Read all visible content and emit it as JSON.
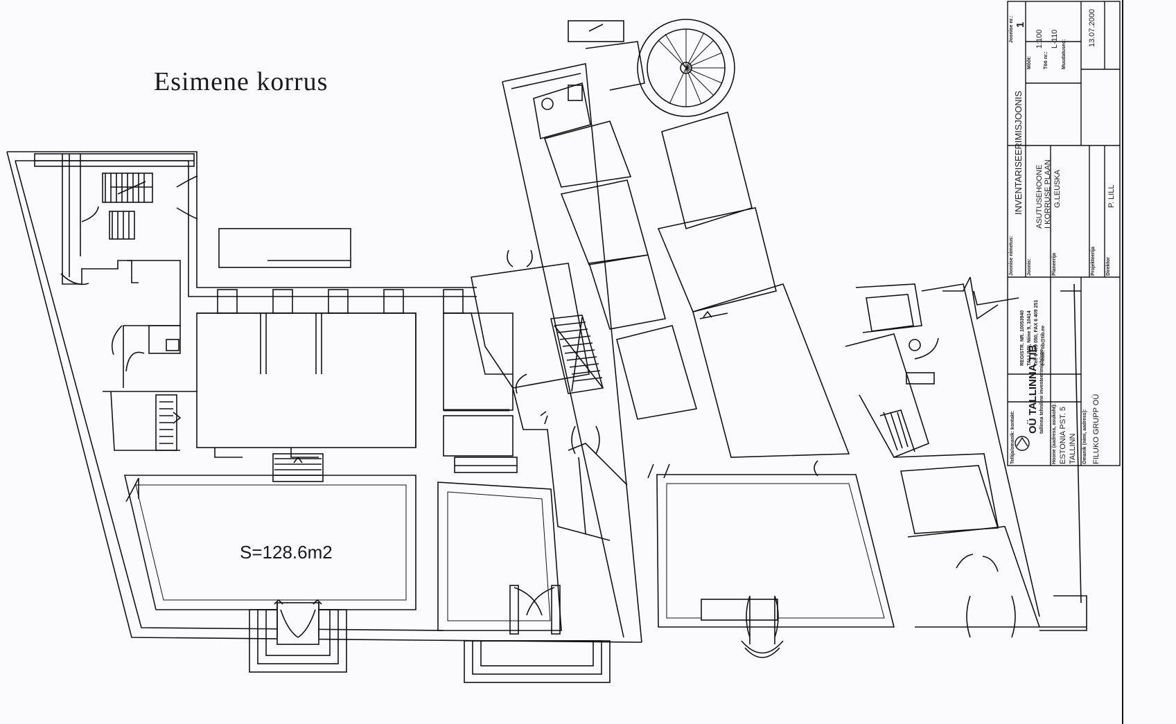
{
  "floor_title": "Esimene korrus",
  "room_area_label": "S=128.6m2",
  "title_block": {
    "client_label": "Tellija/omanik: kontakt:",
    "company_name": "OÜ TALLINNA TIB",
    "company_sub": "tallinna tehniline inventeerimisbüroo",
    "company_info_1": "REGISTR. NR. 10053940",
    "company_info_2": "TALLINN, Niine 9, 10414",
    "company_info_3": "Tel. 6 409 050, FAX 6 409 251",
    "company_info_4": "e-mail: tib@tib.ee",
    "house_label": "Hoone (aadress, asukoht):",
    "address_1": "ESTONIA PST. 5",
    "address_2": "TALLINN",
    "owner_label": "Omanik (nimi, aadress):",
    "owner": "FILUKO GRUPP OÜ",
    "drawing_name_label": "Joonise nimetus:",
    "drawing_name": "INVENTARISEERIMISJOONIS",
    "drawing_label": "Joonis:",
    "building": "ASUTUSEHOONE",
    "plan": "I KORRUSE PLAAN",
    "planner_label": "Planeerija",
    "planner": "G.LEUSKA",
    "designer_label": "Projekteerija",
    "director_label": "Direktor",
    "director": "P. LILL",
    "sheet_label": "Joonise nr.:",
    "sheet": "1",
    "scale_label": "Mõõt:",
    "scale": "1:100",
    "work_label": "Töö nr.:",
    "work": "L-110",
    "changed_label": "Muudatused:",
    "date": "13.07.2000"
  }
}
